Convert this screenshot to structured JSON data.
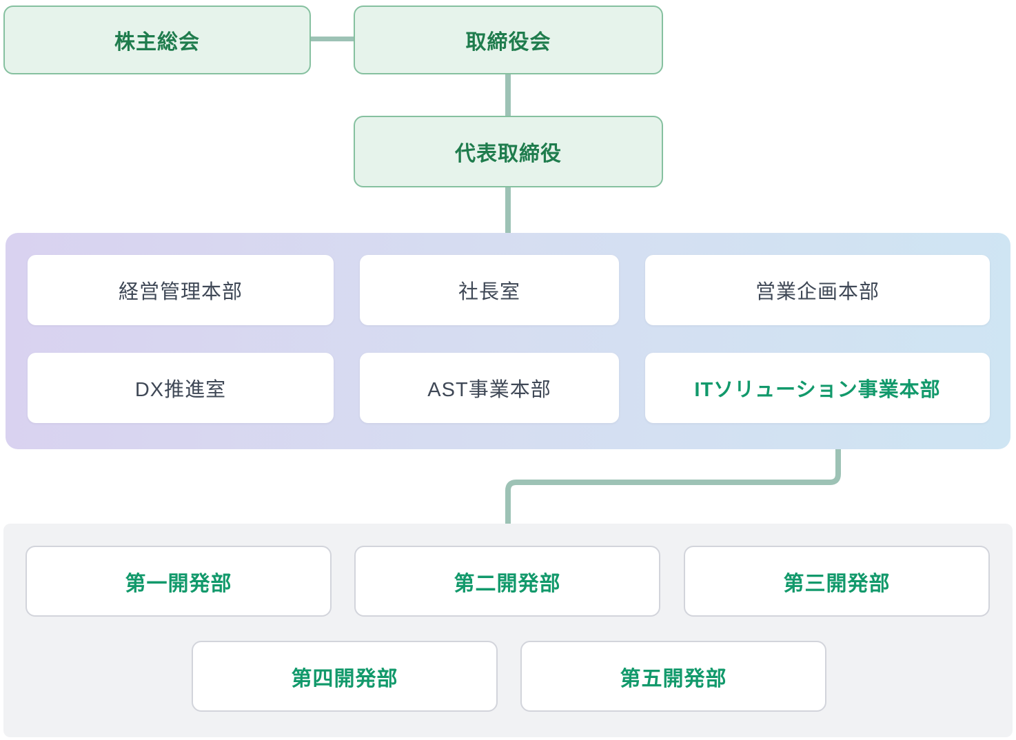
{
  "governance": {
    "shareholders_label": "株主総会",
    "board_label": "取締役会",
    "ceo_label": "代表取締役"
  },
  "divisions": {
    "items": [
      {
        "label": "経営管理本部",
        "highlight": false
      },
      {
        "label": "社長室",
        "highlight": false
      },
      {
        "label": "営業企画本部",
        "highlight": false
      },
      {
        "label": "DX推進室",
        "highlight": false
      },
      {
        "label": "AST事業本部",
        "highlight": false
      },
      {
        "label": "ITソリューション事業本部",
        "highlight": true
      }
    ]
  },
  "departments": {
    "items": [
      {
        "label": "第一開発部"
      },
      {
        "label": "第二開発部"
      },
      {
        "label": "第三開発部"
      },
      {
        "label": "第四開発部"
      },
      {
        "label": "第五開発部"
      }
    ]
  },
  "colors": {
    "governance_box_bg": "#e6f3eb",
    "governance_box_border": "#85c09f",
    "governance_text": "#1f7c4d",
    "connector": "#9dc2b5",
    "division_panel_gradient_start": "#d9d2f0",
    "division_panel_gradient_end": "#cfe5f3",
    "division_text": "#3f4856",
    "accent_green": "#12996b",
    "department_panel_bg": "#f1f2f4",
    "department_box_border": "#d2d4db",
    "box_bg": "#ffffff"
  }
}
